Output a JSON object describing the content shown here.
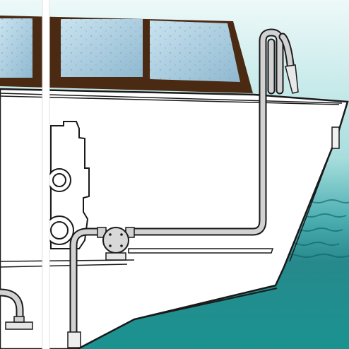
{
  "scene": {
    "subject": "boat-hull-cutaway",
    "panels": [
      "left-narrow-panel",
      "main-panel"
    ],
    "components": [
      "windshield",
      "cabin-frame",
      "hull",
      "engine-silhouette",
      "raw-water-pump",
      "hose-run",
      "through-hull-fitting",
      "vent-loop",
      "intake-strainer"
    ]
  },
  "colors": {
    "sky_top": "#e6f7f7",
    "sea": "#1f8f8f",
    "sea_dark": "#0d6f73",
    "hull": "#ffffff",
    "outline": "#1a1a1a",
    "wood": "#4a2a12",
    "glass": "#a9cfe2",
    "hose": "#cfcfcf"
  }
}
